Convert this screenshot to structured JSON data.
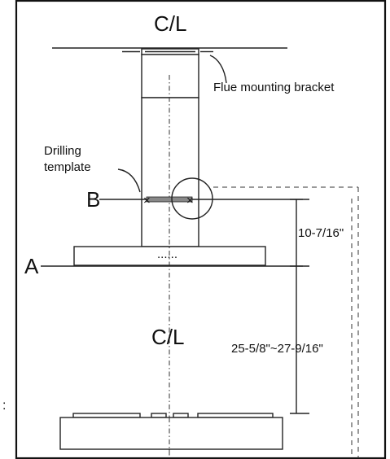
{
  "labels": {
    "cl_top": "C/L",
    "cl_middle": "C/L",
    "flue_bracket": "Flue mounting bracket",
    "drilling_line1": "Drilling",
    "drilling_line2": "template",
    "point_b": "B",
    "point_a": "A",
    "dim_upper": "10-7/16\"",
    "dim_lower": "25-5/8\"~27-9/16\""
  }
}
